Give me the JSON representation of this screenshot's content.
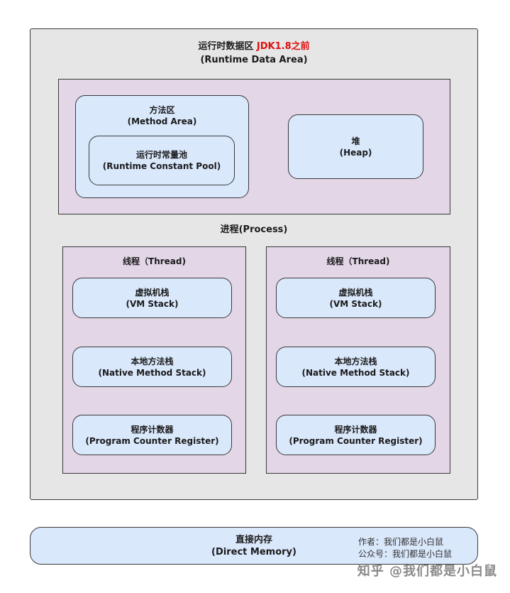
{
  "runtime_area": {
    "title_cn": "运行时数据区",
    "title_note": "JDK1.8之前",
    "title_en": "(Runtime Data Area)"
  },
  "shared": {
    "method_area": {
      "cn": "方法区",
      "en": "(Method Area)"
    },
    "constant_pool": {
      "cn": "运行时常量池",
      "en": "(Runtime Constant Pool)"
    },
    "heap": {
      "cn": "堆",
      "en": "(Heap)"
    }
  },
  "process_label": "进程(Process)",
  "threads": [
    {
      "title": "线程（Thread)",
      "vm_stack": {
        "cn": "虚拟机栈",
        "en": "(VM Stack)"
      },
      "native_stack": {
        "cn": "本地方法栈",
        "en": "(Native Method Stack)"
      },
      "pc_register": {
        "cn": "程序计数器",
        "en": "(Program Counter Register)"
      }
    },
    {
      "title": "线程（Thread)",
      "vm_stack": {
        "cn": "虚拟机栈",
        "en": "(VM Stack)"
      },
      "native_stack": {
        "cn": "本地方法栈",
        "en": "(Native Method Stack)"
      },
      "pc_register": {
        "cn": "程序计数器",
        "en": "(Program Counter Register)"
      }
    }
  ],
  "direct_memory": {
    "cn": "直接内存",
    "en": "(Direct Memory)"
  },
  "author": {
    "line1": "作者：我们都是小白鼠",
    "line2": "公众号：我们都是小白鼠"
  },
  "watermark": "知乎 @我们都是小白鼠",
  "colors": {
    "outer_bg": "#e6e6e6",
    "purple_bg": "#e3d6e6",
    "blue_bg": "#dae8fc",
    "highlight": "#e01010"
  }
}
